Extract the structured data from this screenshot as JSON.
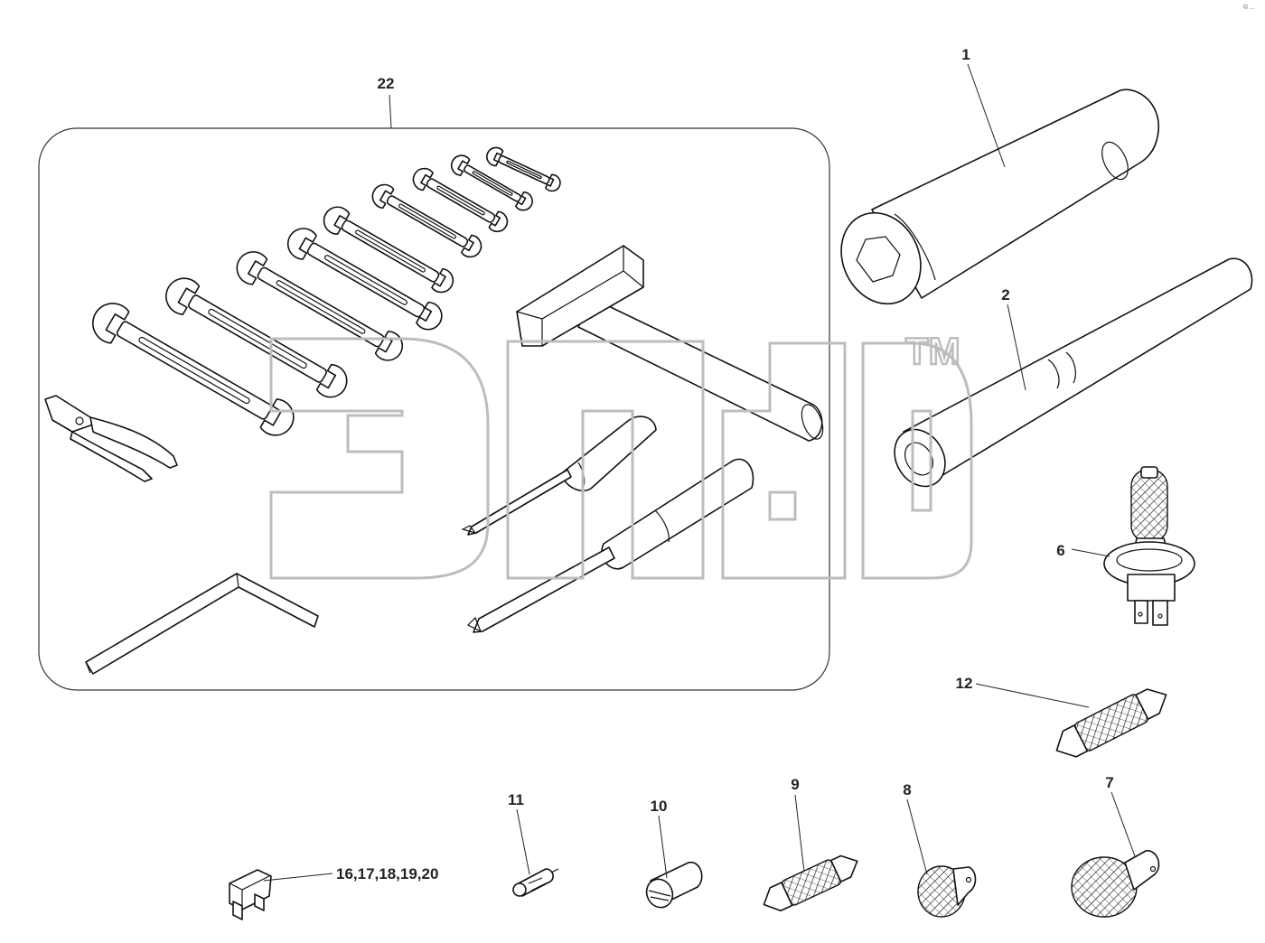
{
  "labels": {
    "tools_kit": "22",
    "socket_wrench": "1",
    "rod": "2",
    "bulb_h4": "6",
    "festoon_large": "12",
    "bulb_7": "7",
    "bulb_8": "8",
    "festoon_9": "9",
    "bulb_10": "10",
    "bulb_11": "11",
    "fuses": "16,17,18,19,20"
  },
  "watermark": {
    "trademark": "TM"
  },
  "corner_mark": "© ..."
}
